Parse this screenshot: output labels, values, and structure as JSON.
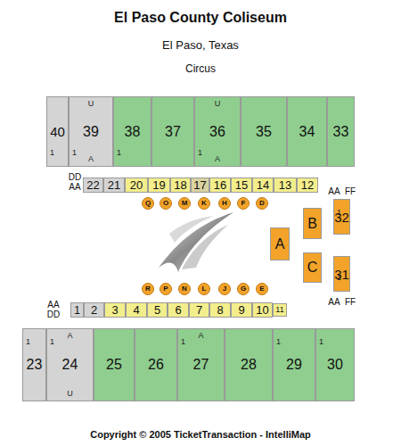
{
  "diagram": {
    "title": "El Paso County Coliseum",
    "caption": "Copyright © 2005 TicketTransaction - IntelliMap",
    "nodes": [
      {
        "text": [
          "40",
          "1"
        ]
      },
      {
        "text": [
          "39",
          "U",
          "A",
          "1"
        ]
      },
      {
        "text": [
          "38",
          "1"
        ]
      },
      {
        "text": [
          "37"
        ]
      },
      {
        "text": [
          "36",
          "U",
          "A",
          "1"
        ]
      },
      {
        "text": [
          "35"
        ]
      },
      {
        "text": [
          "34"
        ]
      },
      {
        "text": [
          "33"
        ]
      },
      {
        "text": [
          "22"
        ]
      },
      {
        "text": [
          "21"
        ]
      },
      {
        "text": [
          "20"
        ]
      },
      {
        "text": [
          "19"
        ]
      },
      {
        "text": [
          "18"
        ]
      },
      {
        "text": [
          "17"
        ]
      },
      {
        "text": [
          "16"
        ]
      },
      {
        "text": [
          "15"
        ]
      },
      {
        "text": [
          "14"
        ]
      },
      {
        "text": [
          "13"
        ]
      },
      {
        "text": [
          "12"
        ]
      },
      {
        "text": [
          "Q"
        ]
      },
      {
        "text": [
          "O"
        ]
      },
      {
        "text": [
          "M"
        ]
      },
      {
        "text": [
          "K"
        ]
      },
      {
        "text": [
          "H"
        ]
      },
      {
        "text": [
          "F"
        ]
      },
      {
        "text": [
          "D"
        ]
      },
      {
        "text": [
          "B"
        ]
      },
      {
        "text": [
          "32",
          "1"
        ]
      },
      {
        "text": [
          "A"
        ]
      },
      {
        "text": [
          "C"
        ]
      },
      {
        "text": [
          "31",
          "1"
        ]
      },
      {
        "text": [
          "R"
        ]
      },
      {
        "text": [
          "P"
        ]
      },
      {
        "text": [
          "N"
        ]
      },
      {
        "text": [
          "L"
        ]
      },
      {
        "text": [
          "J"
        ]
      },
      {
        "text": [
          "G"
        ]
      },
      {
        "text": [
          "E"
        ]
      },
      {
        "text": [
          "1"
        ]
      },
      {
        "text": [
          "2"
        ]
      },
      {
        "text": [
          "3"
        ]
      },
      {
        "text": [
          "4"
        ]
      },
      {
        "text": [
          "5"
        ]
      },
      {
        "text": [
          "6"
        ]
      },
      {
        "text": [
          "7"
        ]
      },
      {
        "text": [
          "8"
        ]
      },
      {
        "text": [
          "9"
        ]
      },
      {
        "text": [
          "10"
        ]
      },
      {
        "text": [
          "11"
        ]
      },
      {
        "text": [
          "23",
          "1"
        ]
      },
      {
        "text": [
          "24",
          "A",
          "U",
          "1"
        ]
      },
      {
        "text": [
          "25"
        ]
      },
      {
        "text": [
          "26"
        ]
      },
      {
        "text": [
          "27",
          "A",
          "1"
        ]
      },
      {
        "text": [
          "28"
        ]
      },
      {
        "text": [
          "29",
          "1"
        ]
      },
      {
        "text": [
          "30",
          "1"
        ]
      }
    ],
    "labels": [
      "El Paso, Texas",
      "Circus",
      "DD",
      "AA",
      "AA",
      "FF",
      "AA",
      "FF",
      "AA",
      "DD"
    ]
  }
}
